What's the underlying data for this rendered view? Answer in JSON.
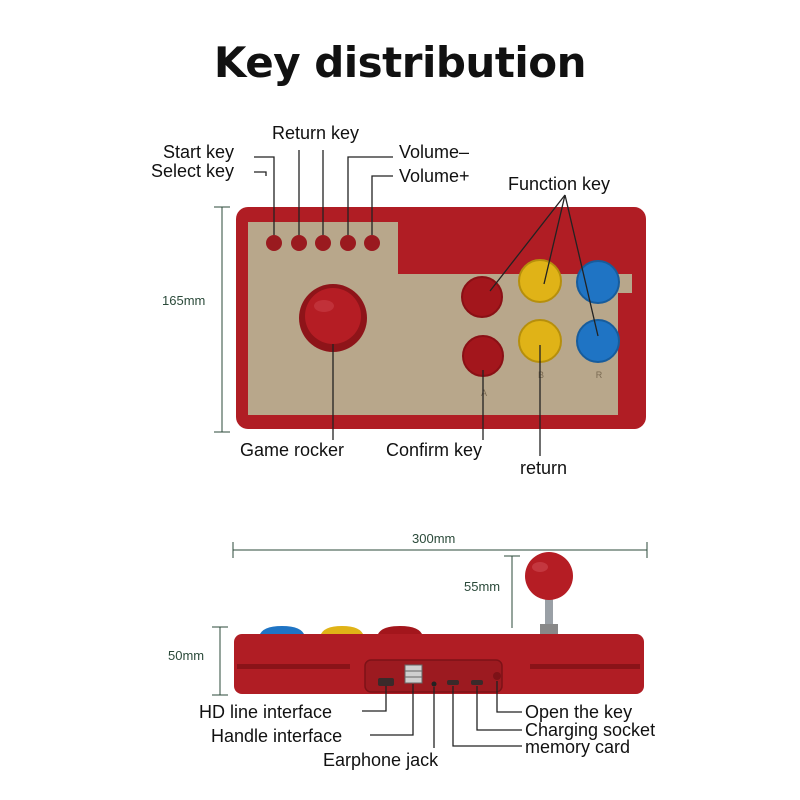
{
  "title": "Key distribution",
  "top_view": {
    "labels": {
      "start_key": "Start key",
      "select_key": "Select key",
      "return_key": "Return key",
      "volume_minus": "Volume–",
      "volume_plus": "Volume+",
      "function_key": "Function key",
      "game_rocker": "Game rocker",
      "confirm_key": "Confirm key",
      "return": "return"
    },
    "button_letters": {
      "a": "A",
      "b": "B",
      "r": "R"
    },
    "height_dim": "165mm"
  },
  "side_view": {
    "width_dim": "300mm",
    "stick_dim": "55mm",
    "body_dim": "50mm",
    "labels": {
      "hd_line_interface": "HD line interface",
      "handle_interface": "Handle interface",
      "earphone_jack": "Earphone jack",
      "open_the_key": "Open the key",
      "charging_socket": "Charging socket",
      "memory_card": "memory card"
    }
  },
  "colors": {
    "body_red": "#b01d24",
    "panel_beige": "#b8a78b",
    "button_red": "#a3161c",
    "button_yellow": "#e0b317",
    "button_blue": "#1f74c4"
  }
}
